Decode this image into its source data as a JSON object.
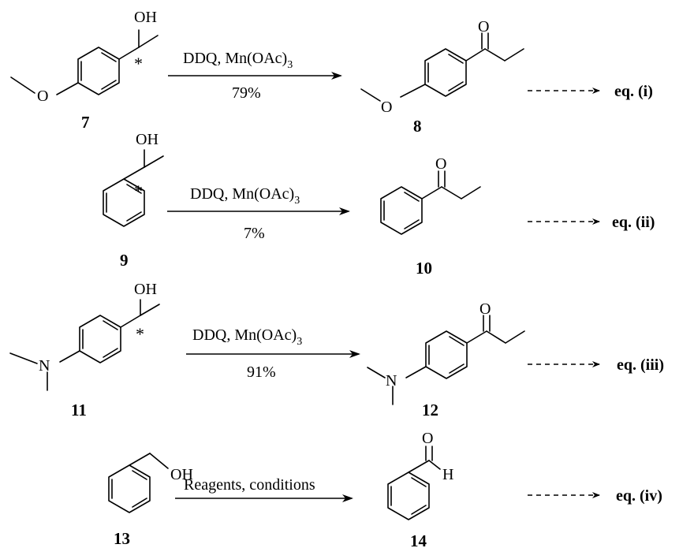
{
  "atoms": {
    "oh": "OH",
    "o": "O",
    "n": "N",
    "h": "H",
    "star": "*"
  },
  "reactions": [
    {
      "reagent_main": "DDQ, Mn(OAc)",
      "reagent_sub": "3",
      "yield": "79%",
      "reactant_id": "7",
      "product_id": "8",
      "eq_label": "eq. (i)"
    },
    {
      "reagent_main": "DDQ, Mn(OAc)",
      "reagent_sub": "3",
      "yield": "7%",
      "reactant_id": "9",
      "product_id": "10",
      "eq_label": "eq. (ii)"
    },
    {
      "reagent_main": "DDQ, Mn(OAc)",
      "reagent_sub": "3",
      "yield": "91%",
      "reactant_id": "11",
      "product_id": "12",
      "eq_label": "eq. (iii)"
    },
    {
      "reagent_main": "Reagents, conditions",
      "reactant_id": "13",
      "product_id": "14",
      "eq_label": "eq. (iv)"
    }
  ]
}
